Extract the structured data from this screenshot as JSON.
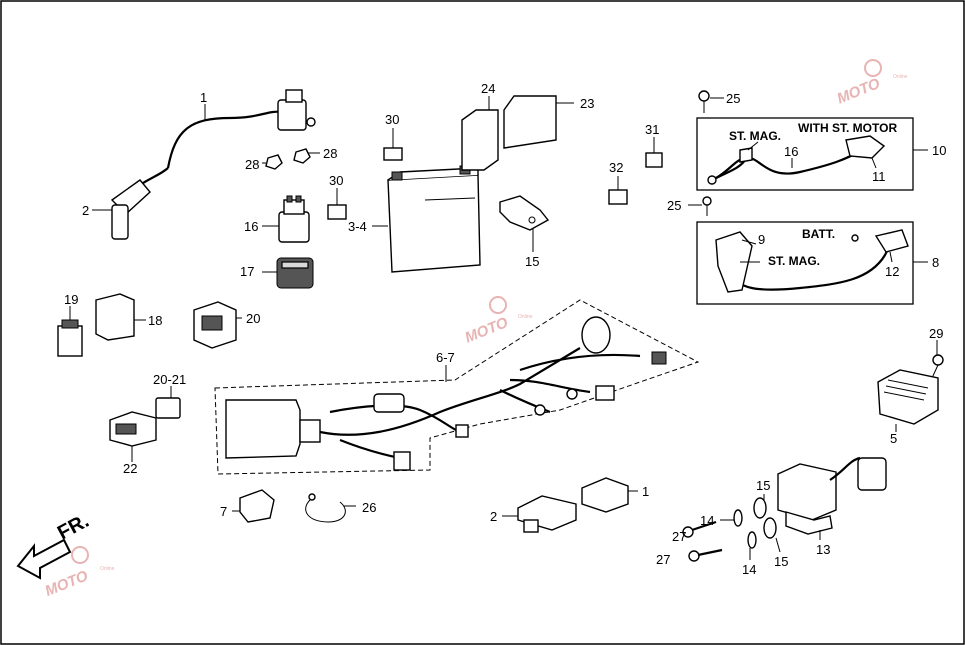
{
  "diagram": {
    "callouts": {
      "c1a": "1",
      "c2a": "2",
      "c28": "28",
      "c28b": "28",
      "c16": "16",
      "c17": "17",
      "c30a": "30",
      "c30b": "30",
      "c34": "3-4",
      "c24": "24",
      "c23": "23",
      "c15a": "15",
      "c31": "31",
      "c32": "32",
      "c25a": "25",
      "c25b": "25",
      "c10": "10",
      "c16b": "16",
      "c11": "11",
      "c9": "9",
      "c12": "12",
      "c8": "8",
      "c19": "19",
      "c18": "18",
      "c20": "20",
      "c2021": "20-21",
      "c22": "22",
      "c67": "6-7",
      "c29": "29",
      "c5": "5",
      "c7": "7",
      "c26": "26",
      "c2b": "2",
      "c1b": "1",
      "c27a": "27",
      "c27b": "27",
      "c14a": "14",
      "c14b": "14",
      "c15b": "15",
      "c15c": "15",
      "c13": "13"
    },
    "notes": {
      "st_mag_1": "ST. MAG.",
      "with_st_motor": "WITH ST. MOTOR",
      "batt": "BATT.",
      "st_mag_2": "ST. MAG."
    },
    "direction": "FR.",
    "watermark": {
      "text": "MOTO",
      "subtext": "Online"
    },
    "colors": {
      "line": "#000000",
      "watermark": "#e8b3b3"
    }
  }
}
